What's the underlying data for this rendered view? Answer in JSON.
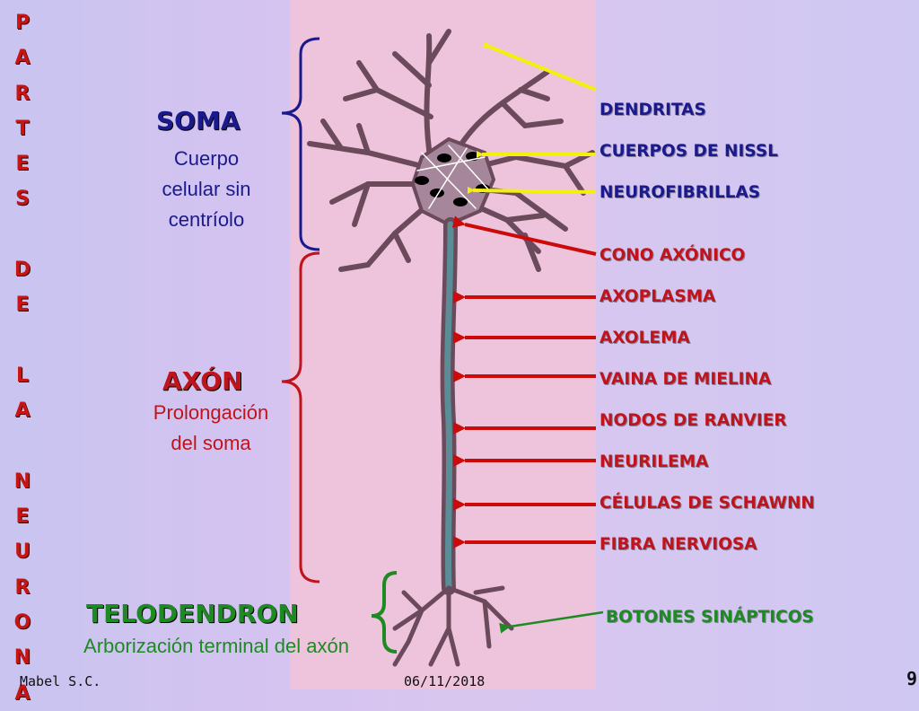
{
  "side_title": [
    "P",
    "A",
    "R",
    "T",
    "E",
    "S",
    "",
    "D",
    "E",
    "",
    "L",
    "A",
    "",
    "N",
    "E",
    "U",
    "R",
    "O",
    "N",
    "A"
  ],
  "sections": {
    "soma": {
      "title": "SOMA",
      "lines": [
        "Cuerpo",
        "celular sin",
        "centríolo"
      ],
      "color": "#1a1a8c"
    },
    "axon": {
      "title": "AXÓN",
      "lines": [
        "Prolongación",
        "del soma"
      ],
      "color": "#c0141c"
    },
    "telodendron": {
      "title": "TELODENDRON",
      "lines": [
        "Arborización terminal del axón"
      ],
      "color": "#1e8a23"
    }
  },
  "labels": [
    {
      "text": "DENDRITAS",
      "color": "#1a1a8c"
    },
    {
      "text": "CUERPOS DE NISSL",
      "color": "#1a1a8c"
    },
    {
      "text": "NEUROFIBRILLAS",
      "color": "#1a1a8c"
    },
    {
      "text": "CONO AXÓNICO",
      "color": "#c0141c"
    },
    {
      "text": "AXOPLASMA",
      "color": "#c0141c"
    },
    {
      "text": "AXOLEMA",
      "color": "#c0141c"
    },
    {
      "text": "VAINA DE MIELINA",
      "color": "#c0141c"
    },
    {
      "text": "NODOS DE RANVIER",
      "color": "#c0141c"
    },
    {
      "text": "NEURILEMA",
      "color": "#c0141c"
    },
    {
      "text": "CÉLULAS DE SCHAWNN",
      "color": "#c0141c"
    },
    {
      "text": "FIBRA NERVIOSA",
      "color": "#c0141c"
    },
    {
      "text": "BOTONES SINÁPTICOS",
      "color": "#1e8a23"
    }
  ],
  "footer": {
    "author": "Mabel S.C.",
    "date": "06/11/2018",
    "page": "9"
  },
  "colors": {
    "arrow_yellow": "#f4f00e",
    "arrow_red": "#cc0a0a",
    "arrow_green": "#1e8a23",
    "panel": "#eec4dc"
  }
}
